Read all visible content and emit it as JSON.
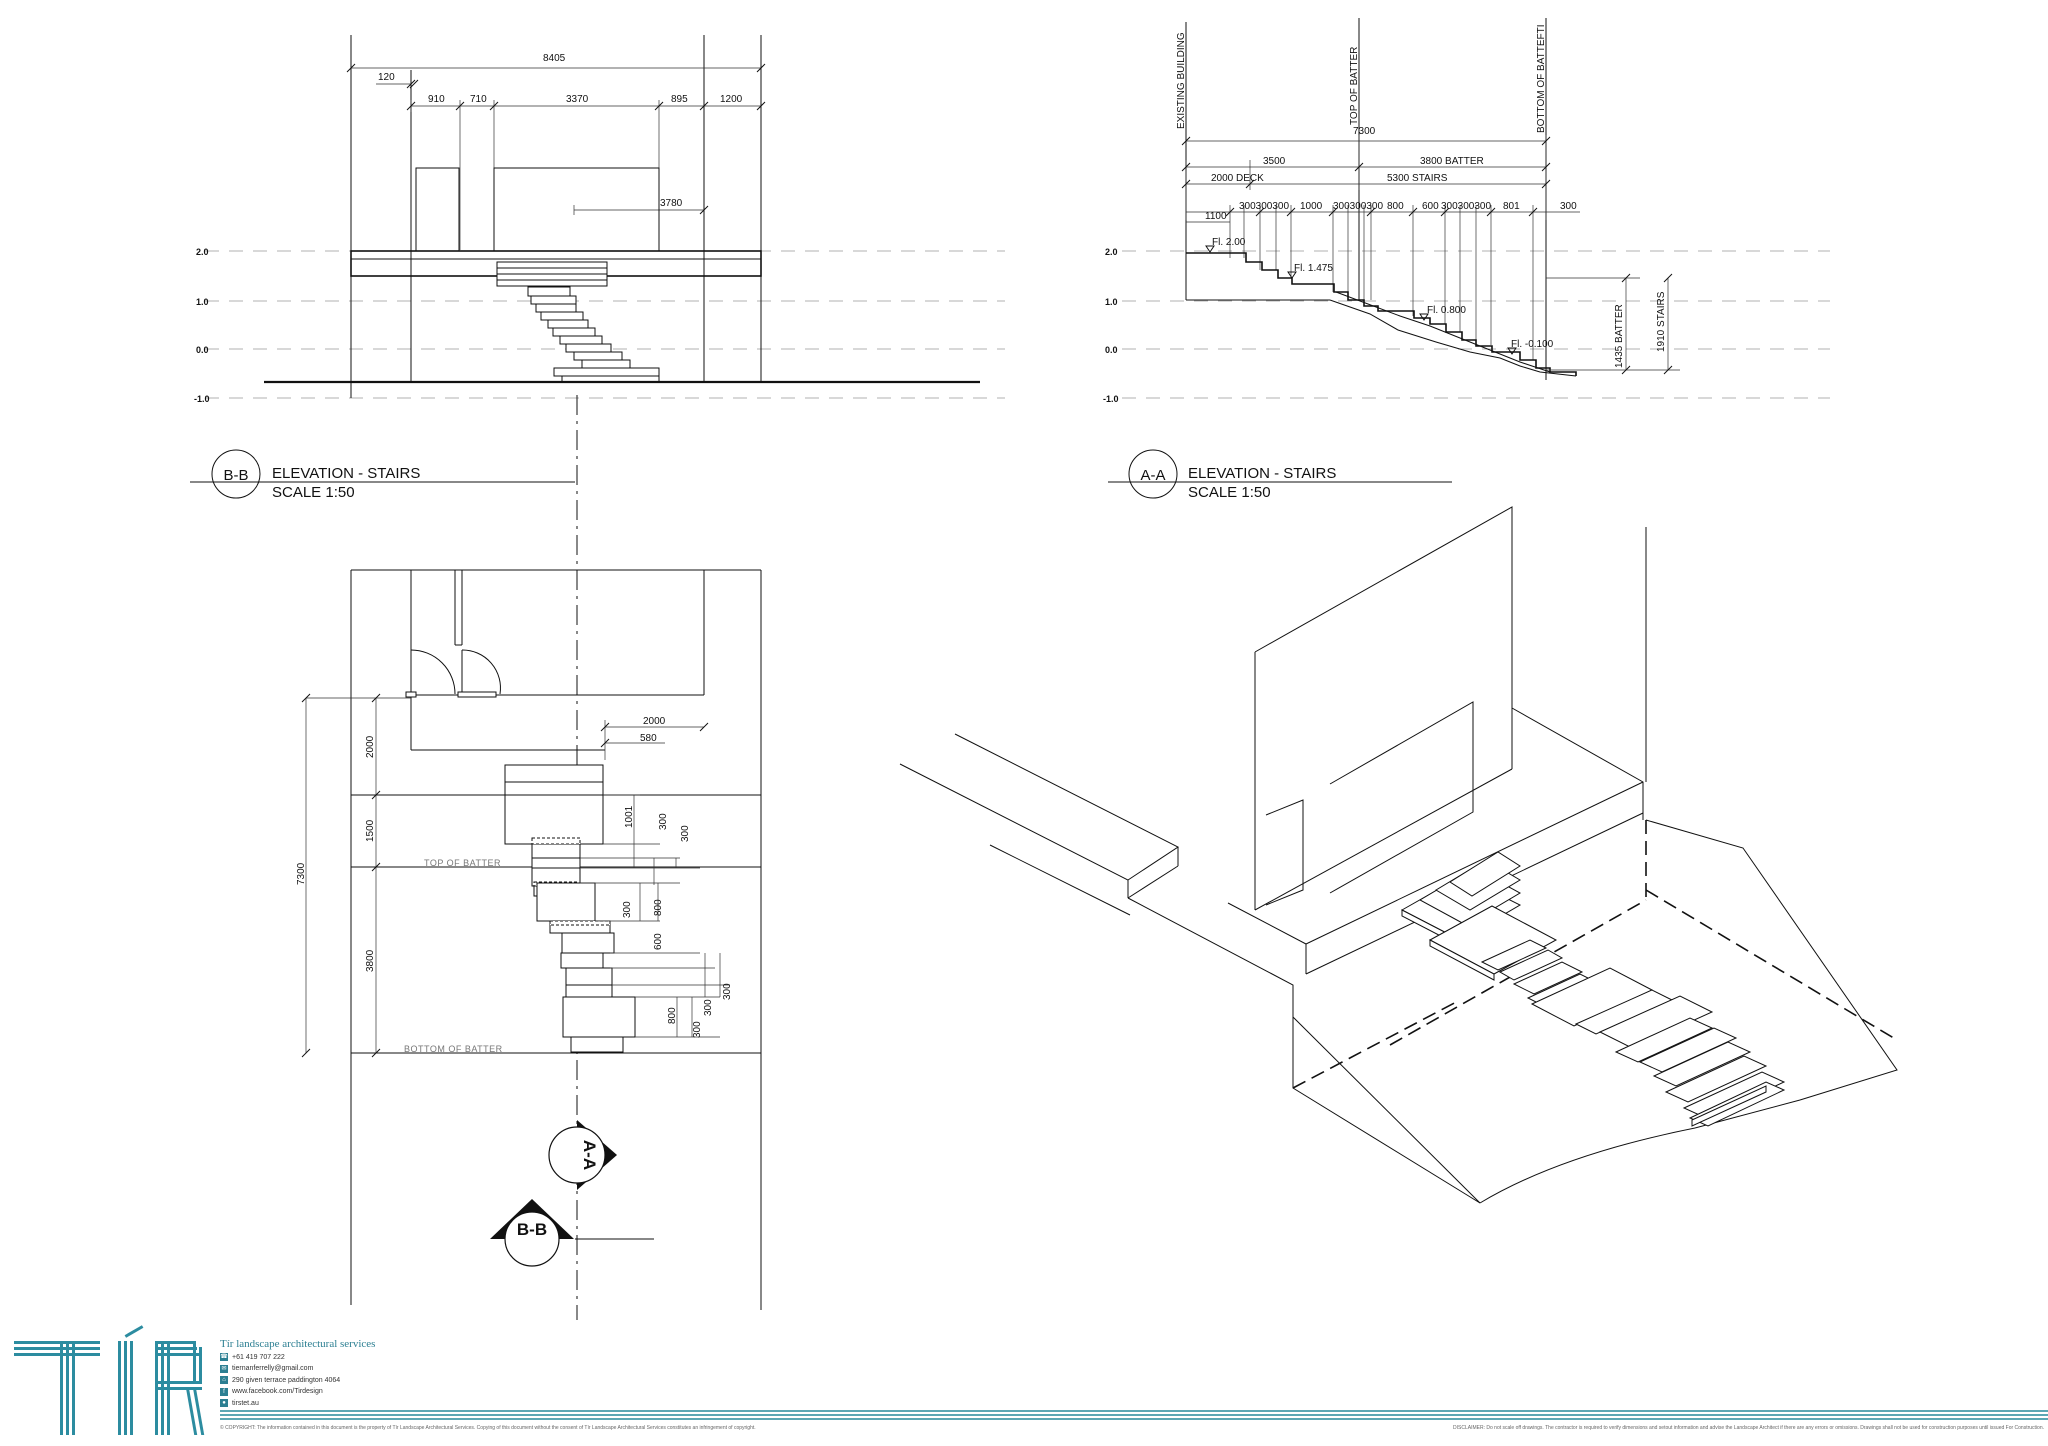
{
  "levels": [
    "2.0",
    "1.0",
    "0.0",
    "-1.0"
  ],
  "section_bb": {
    "bubble": "B-B",
    "title": "ELEVATION -  STAIRS",
    "scale": "SCALE 1:50",
    "dims": {
      "overall": "8405",
      "d120": "120",
      "d910": "910",
      "d710": "710",
      "d3370": "3370",
      "d895": "895",
      "d1200": "1200",
      "d3780": "3780"
    }
  },
  "section_aa": {
    "bubble": "A-A",
    "title": "ELEVATION -  STAIRS",
    "scale": "SCALE 1:50",
    "vertical_labels": {
      "existing": "EXISTING BUILDING",
      "top": "TOP OF BATTER",
      "bottom": "BOTTOM OF BATTEFTI"
    },
    "dims": {
      "overall": "7300",
      "d3500": "3500",
      "batter": "3800  BATTER",
      "deck": "2000   DECK",
      "stairs": "5300   STAIRS",
      "d1100": "1100",
      "r300a": "300300300",
      "d1000": "1000",
      "r300b": "300300300",
      "d800": "800",
      "d600": "600",
      "r300c": "300300300",
      "d801": "801",
      "d300": "300",
      "batter_v": "1435  BATTER",
      "stairs_v": "1910  STAIRS"
    },
    "floor_levels": [
      "Fl. 2.00",
      "Fl. 1.475",
      "Fl. 0.800",
      "Fl. -0.100"
    ]
  },
  "plan": {
    "dims": {
      "d2000h": "2000",
      "d580": "580",
      "d7300": "7300",
      "d2000v": "2000",
      "d1500": "1500",
      "d3800": "3800",
      "d1001": "1001",
      "a300": "300",
      "b300": "300",
      "c300": "300",
      "c800": "800",
      "d600": "600",
      "e800": "800",
      "f300": "300",
      "g300": "300",
      "h300": "300"
    },
    "notes": {
      "top_batter": "TOP OF BATTER",
      "bottom_batter": "BOTTOM OF BATTER"
    },
    "markers": {
      "aa": "A-A",
      "bb": "B-B"
    }
  },
  "footer": {
    "logo_text": "Tir",
    "company": "Tír landscape architectural services",
    "contacts": [
      {
        "icon": "phone-icon",
        "text": "+61 419 707 222"
      },
      {
        "icon": "email-icon",
        "text": "tiernanferrelly@gmail.com"
      },
      {
        "icon": "location-icon",
        "text": "290 given terrace paddington 4064"
      },
      {
        "icon": "facebook-icon",
        "text": "www.facebook.com/Tirdesign"
      },
      {
        "icon": "web-icon",
        "text": "tirstet.au"
      }
    ],
    "copyright": "© COPYRIGHT: The information contained in this document is the property of Tír Landscape Architectural Services. Copying of this document without the consent of Tír Landscape Architectural Services constitutes an infringement of copyright.",
    "disclaimer": "DISCLAIMER: Do not scale off drawings. The contractor is required to verify dimensions and setout information and advise the Landscape Architect if there are any errors or omissions. Drawings shall not be used for construction purposes until issued For Construction."
  },
  "colors": {
    "brand": "#2c8ca0",
    "ink": "#111111"
  }
}
